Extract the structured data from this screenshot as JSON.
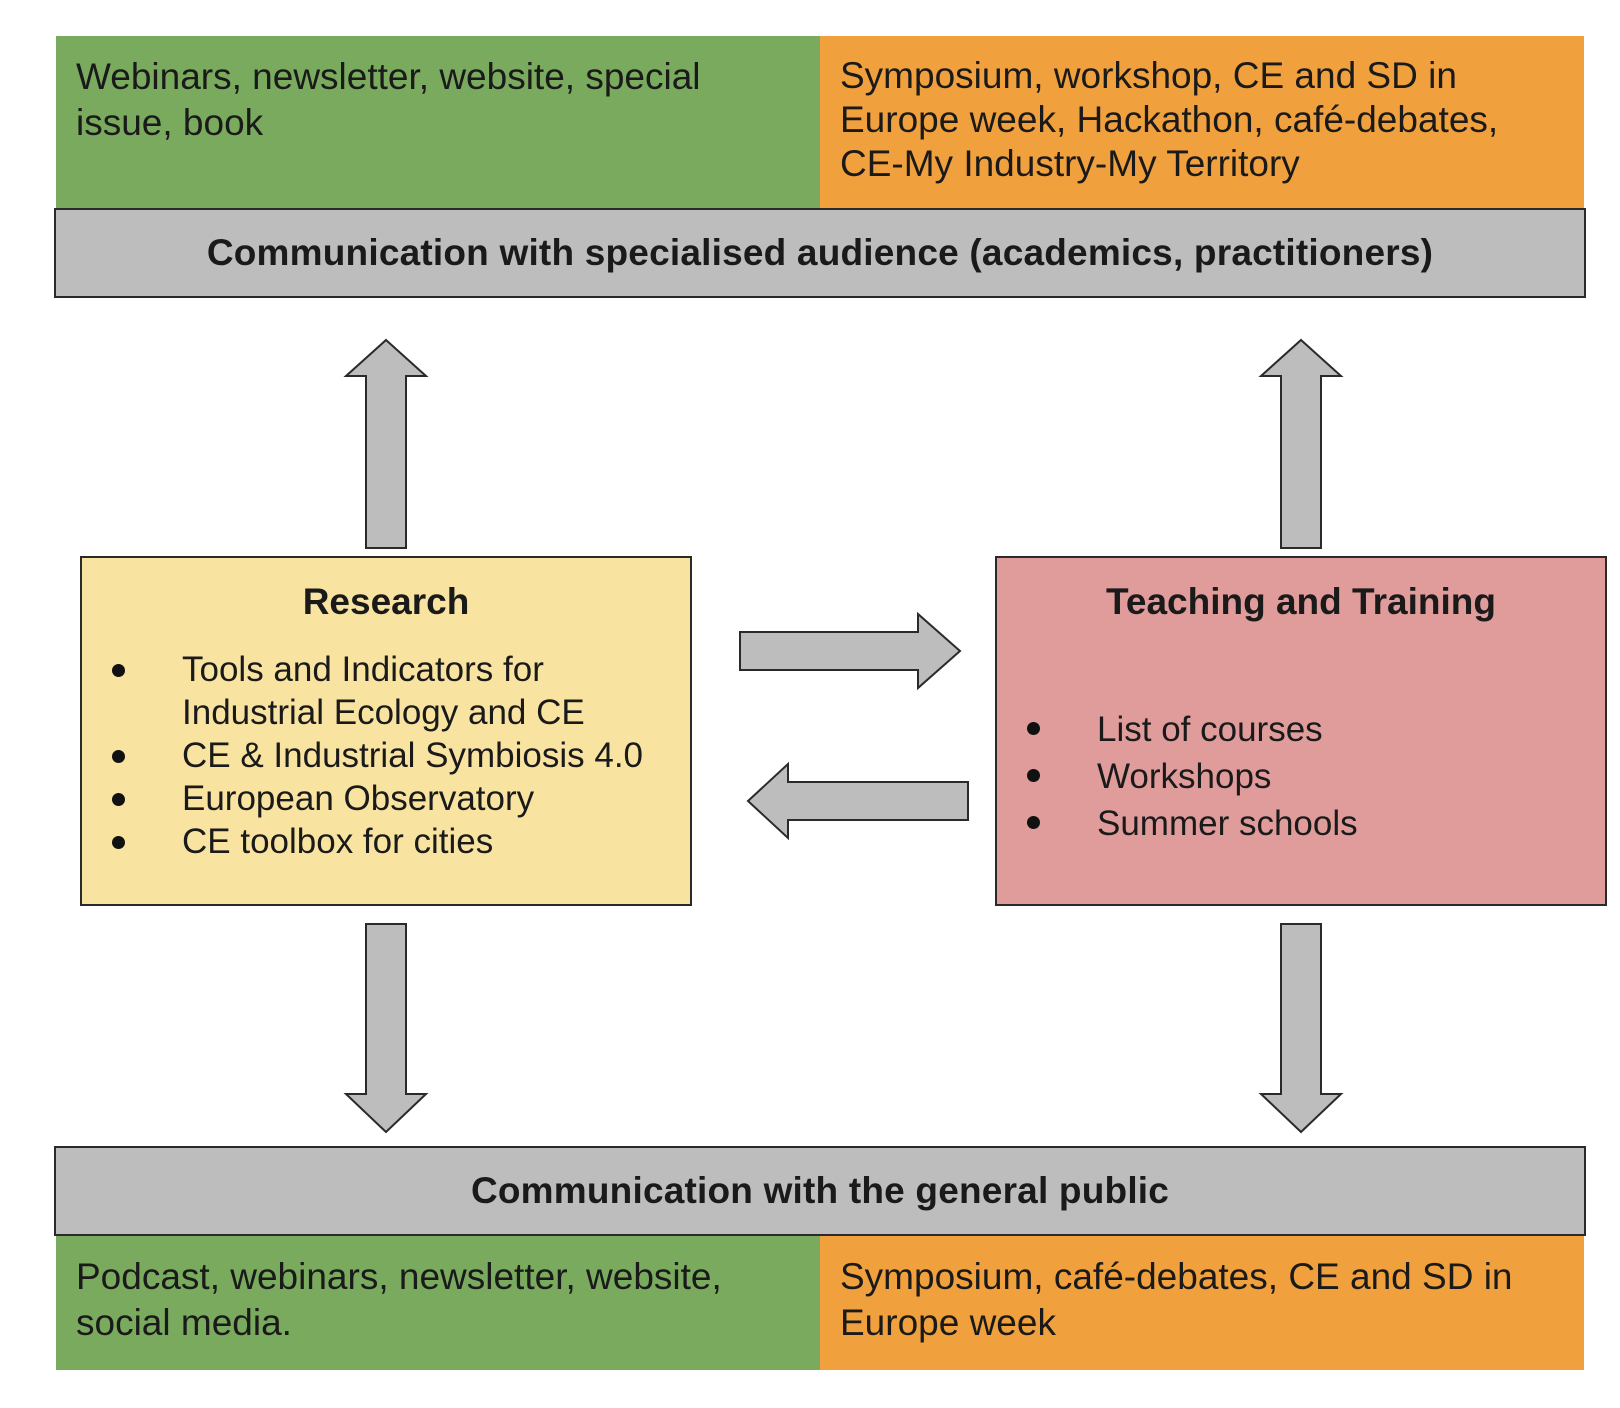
{
  "specialised": {
    "online_channels": "Webinars, newsletter, website, special issue, book",
    "events": "Symposium, workshop, CE and SD in Europe week, Hackathon, café-debates, CE-My Industry-My Territory",
    "title": "Communication with specialised audience (academics, practitioners)"
  },
  "research": {
    "title": "Research",
    "items": [
      "Tools and Indicators for Industrial Ecology and CE",
      "CE & Industrial Symbiosis 4.0",
      "European Observatory",
      "CE toolbox for cities"
    ]
  },
  "teaching": {
    "title": "Teaching and Training",
    "items": [
      "List of courses",
      "Workshops",
      "Summer schools"
    ]
  },
  "general_public": {
    "title": "Communication with the general public",
    "online_channels": "Podcast, webinars, newsletter, website, social media.",
    "events": "Symposium, café-debates, CE and SD in Europe week"
  },
  "colors": {
    "online_channels": "#7aaa5e",
    "events": "#f0a03c",
    "communication_bar": "#bdbdbd",
    "research": "#f9e3a0",
    "teaching": "#e09b9b",
    "arrow": "#bdbdbd"
  }
}
